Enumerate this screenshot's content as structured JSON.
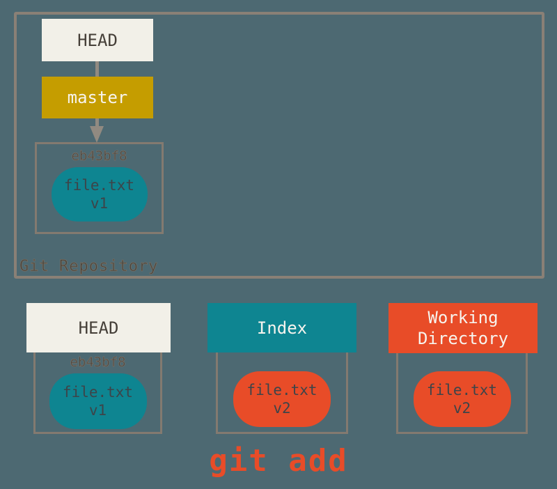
{
  "colors": {
    "background": "#4D6972",
    "frame_border": "#8A8076",
    "inner_border": "#837A70",
    "cream": "#F2F0E8",
    "gold": "#C59D00",
    "teal": "#0E8591",
    "red_orange": "#E84C28",
    "connector_gray": "#918A81",
    "dark_text": "#453F38",
    "blob_text": "#3D4449",
    "muted_label": "#4A453E",
    "light_text": "#F7F4EE"
  },
  "repo": {
    "label": "Git Repository",
    "head_label": "HEAD",
    "branch_label": "master",
    "commit": {
      "hash": "eb43bf8",
      "file": {
        "name": "file.txt",
        "version": "v1"
      }
    }
  },
  "areas": [
    {
      "title": "HEAD",
      "hash": "eb43bf8",
      "file": {
        "name": "file.txt",
        "version": "v1"
      }
    },
    {
      "title": "Index",
      "file": {
        "name": "file.txt",
        "version": "v2"
      }
    },
    {
      "title": "Working Directory",
      "file": {
        "name": "file.txt",
        "version": "v2"
      }
    }
  ],
  "command": {
    "label": "git add"
  }
}
